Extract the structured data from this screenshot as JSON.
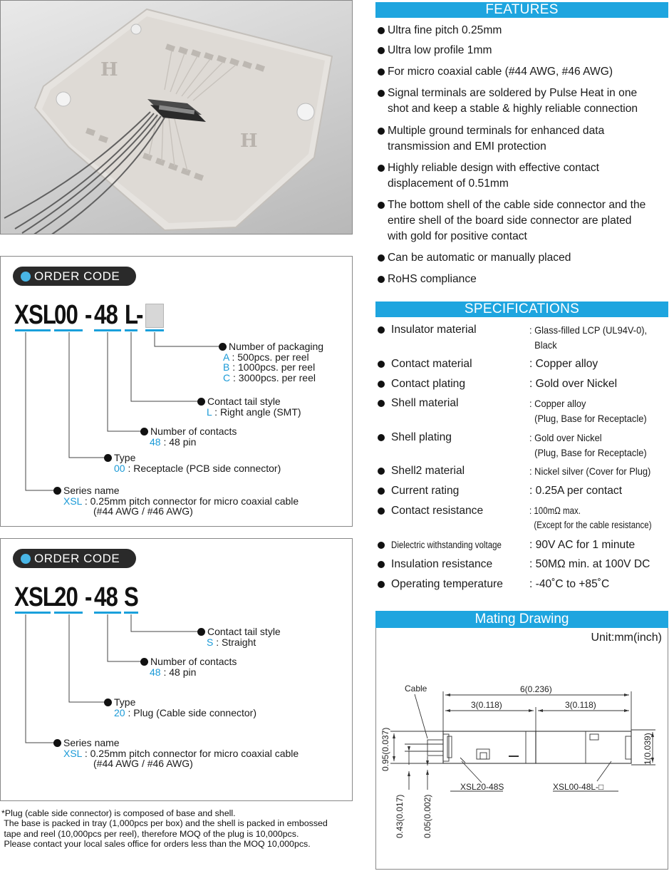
{
  "order_codes": [
    {
      "title": "ORDER  CODE",
      "parts": [
        "XSL",
        "00",
        "-",
        "48",
        "L",
        "-"
      ],
      "packaging_box": true,
      "legend": [
        {
          "label": "Number of packaging",
          "options": [
            {
              "code": "A",
              "text": " :   500pcs. per reel"
            },
            {
              "code": "B",
              "text": " : 1000pcs. per reel"
            },
            {
              "code": "C",
              "text": " : 3000pcs. per reel"
            }
          ]
        },
        {
          "label": "Contact tail style",
          "options": [
            {
              "code": "L",
              "text": " : Right angle (SMT)"
            }
          ]
        },
        {
          "label": "Number of contacts",
          "options": [
            {
              "code": "48",
              "text": " : 48 pin"
            }
          ]
        },
        {
          "label": "Type",
          "options": [
            {
              "code": "00",
              "text": " : Receptacle (PCB side connector)"
            }
          ]
        },
        {
          "label": "Series name",
          "options": [
            {
              "code": "XSL",
              "text": " : 0.25mm pitch connector for micro coaxial cable"
            }
          ],
          "cont": "(#44 AWG / #46 AWG)"
        }
      ]
    },
    {
      "title": "ORDER  CODE",
      "parts": [
        "XSL",
        "20",
        "-",
        "48",
        "S"
      ],
      "packaging_box": false,
      "legend": [
        {
          "label": "Contact tail style",
          "options": [
            {
              "code": "S",
              "text": " : Straight"
            }
          ]
        },
        {
          "label": "Number of contacts",
          "options": [
            {
              "code": "48",
              "text": " : 48 pin"
            }
          ]
        },
        {
          "label": "Type",
          "options": [
            {
              "code": "20",
              "text": " : Plug (Cable side connector)"
            }
          ]
        },
        {
          "label": "Series name",
          "options": [
            {
              "code": "XSL",
              "text": " : 0.25mm pitch connector for micro coaxial cable"
            }
          ],
          "cont": "(#44 AWG / #46 AWG)"
        }
      ]
    }
  ],
  "footnote": [
    "*Plug (cable side connector) is composed of base and shell.",
    " The base is packed in tray (1,000pcs per box) and the shell is packed in embossed",
    " tape and reel (10,000pcs per reel), therefore MOQ of the plug is 10,000pcs.",
    " Please contact your local sales office for orders less than the MOQ 10,000pcs."
  ],
  "features": {
    "title": "FEATURES",
    "items": [
      [
        "Ultra fine pitch 0.25mm"
      ],
      [
        "Ultra low profile 1mm"
      ],
      [
        "For micro coaxial cable (#44 AWG, #46 AWG)"
      ],
      [
        "Signal terminals are soldered by Pulse Heat in one",
        "shot and keep a stable & highly reliable connection"
      ],
      [
        "Multiple ground terminals for enhanced data",
        "transmission and EMI protection"
      ],
      [
        "Highly reliable design with effective contact",
        "displacement of 0.51mm"
      ],
      [
        "The bottom shell of the cable side connector and the",
        "entire shell of the board side connector are plated",
        "with gold for positive contact"
      ],
      [
        "Can be automatic or manually placed"
      ],
      [
        "RoHS compliance"
      ]
    ]
  },
  "specifications": {
    "title": "SPECIFICATIONS",
    "items": [
      {
        "key": "Insulator material",
        "value": [
          ": Glass-filled LCP (UL94V-0),",
          "  Black"
        ]
      },
      {
        "key": "Contact material",
        "value": [
          ": Copper alloy"
        ]
      },
      {
        "key": "Contact plating",
        "value": [
          ": Gold over Nickel"
        ]
      },
      {
        "key": "Shell material",
        "value": [
          ": Copper alloy",
          "  (Plug, Base for Receptacle)"
        ]
      },
      {
        "key": "Shell plating",
        "value": [
          ": Gold over Nickel",
          "  (Plug, Base for Receptacle)"
        ]
      },
      {
        "key": "Shell2 material",
        "value": [
          ": Nickel silver (Cover for Plug)"
        ]
      },
      {
        "key": "Current rating",
        "value": [
          ": 0.25A per contact"
        ]
      },
      {
        "key": "Contact resistance",
        "value": [
          ": 100mΩ max.",
          "  (Except for the cable resistance)"
        ]
      },
      {
        "key": "Dielectric withstanding voltage",
        "value": [
          ": 90V AC for 1 minute"
        ]
      },
      {
        "key": "Insulation resistance",
        "value": [
          ": 50MΩ min. at 100V DC"
        ]
      },
      {
        "key": "Operating temperature",
        "value": [
          ": -40˚C to +85˚C"
        ]
      }
    ]
  },
  "mating_drawing": {
    "title": "Mating Drawing",
    "unit": "Unit:mm(inch)",
    "labels": {
      "cable": "Cable",
      "total_width": "6(0.236)",
      "left_width": "3(0.118)",
      "right_width": "3(0.118)",
      "height_left": "0.95(0.037)",
      "height_right": "1(0.039)",
      "dim_043": "0.43(0.017)",
      "dim_005": "0.05(0.002)",
      "plug": "XSL20-48S",
      "receptacle": "XSL00-48L-□"
    }
  },
  "colors": {
    "accent": "#1ea5df",
    "code_blue": "#1a9ad7",
    "pill": "#2a2a2a",
    "pill_dot": "#49b6e6"
  }
}
